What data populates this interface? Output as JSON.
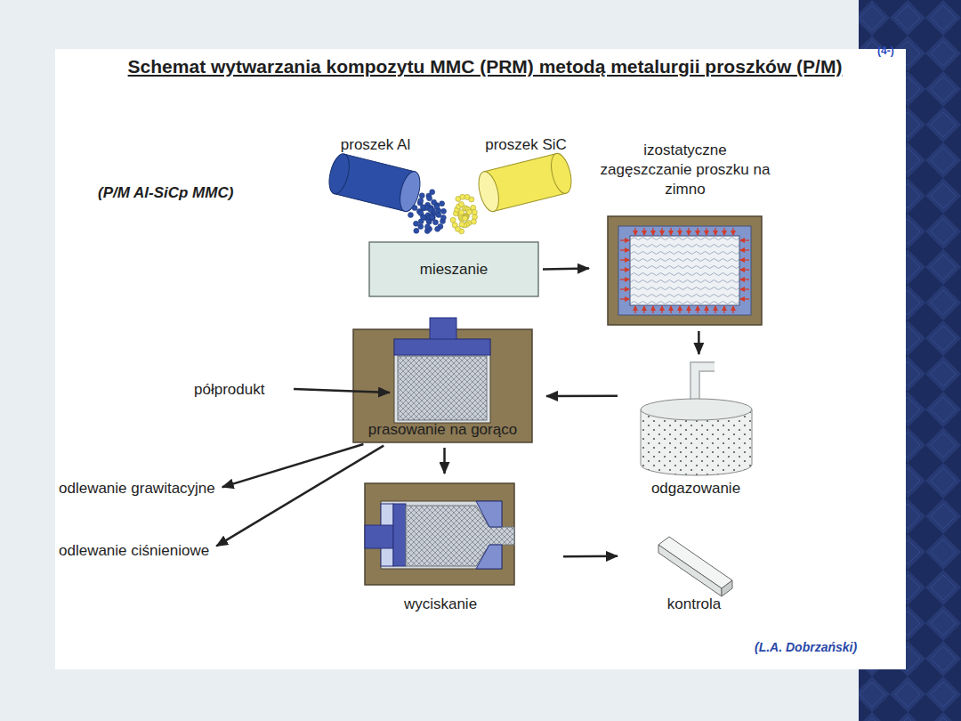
{
  "diagram": {
    "title": "Schemat wytwarzania kompozytu MMC (PRM) metodą metalurgii proszków (P/M)",
    "nodes": [
      {
        "text": [
          "proszek Al"
        ]
      },
      {
        "text": [
          "proszek SiC"
        ]
      },
      {
        "text": [
          "izostatyczne zagęszczanie proszku na zimno"
        ]
      },
      {
        "text": [
          "mieszanie"
        ]
      },
      {
        "text": [
          "prasowanie na gorąco"
        ]
      },
      {
        "text": [
          "odgazowanie"
        ]
      },
      {
        "text": [
          "odlewanie grawitacyjne"
        ]
      },
      {
        "text": [
          "wyciskanie"
        ]
      },
      {
        "text": [
          "odlewanie ciśnieniowe"
        ]
      },
      {
        "text": [
          "kontrola"
        ]
      }
    ],
    "edges": [
      {
        "from": 3,
        "to": 2,
        "arrow": "to"
      },
      {
        "from": 2,
        "to": 5,
        "arrow": "to"
      },
      {
        "from": 5,
        "to": 4,
        "arrow": "to"
      },
      {
        "from": 4,
        "to": 6,
        "arrow": "to"
      },
      {
        "from": 4,
        "to": 8,
        "arrow": "to"
      },
      {
        "from": 4,
        "to": 7,
        "arrow": "to"
      },
      {
        "from": 7,
        "to": 9,
        "arrow": "to"
      }
    ],
    "labels": [
      "(4-)",
      "(P/M Al-SiCp MMC)",
      "półprodukt",
      "(L.A. Dobrzański)"
    ]
  }
}
